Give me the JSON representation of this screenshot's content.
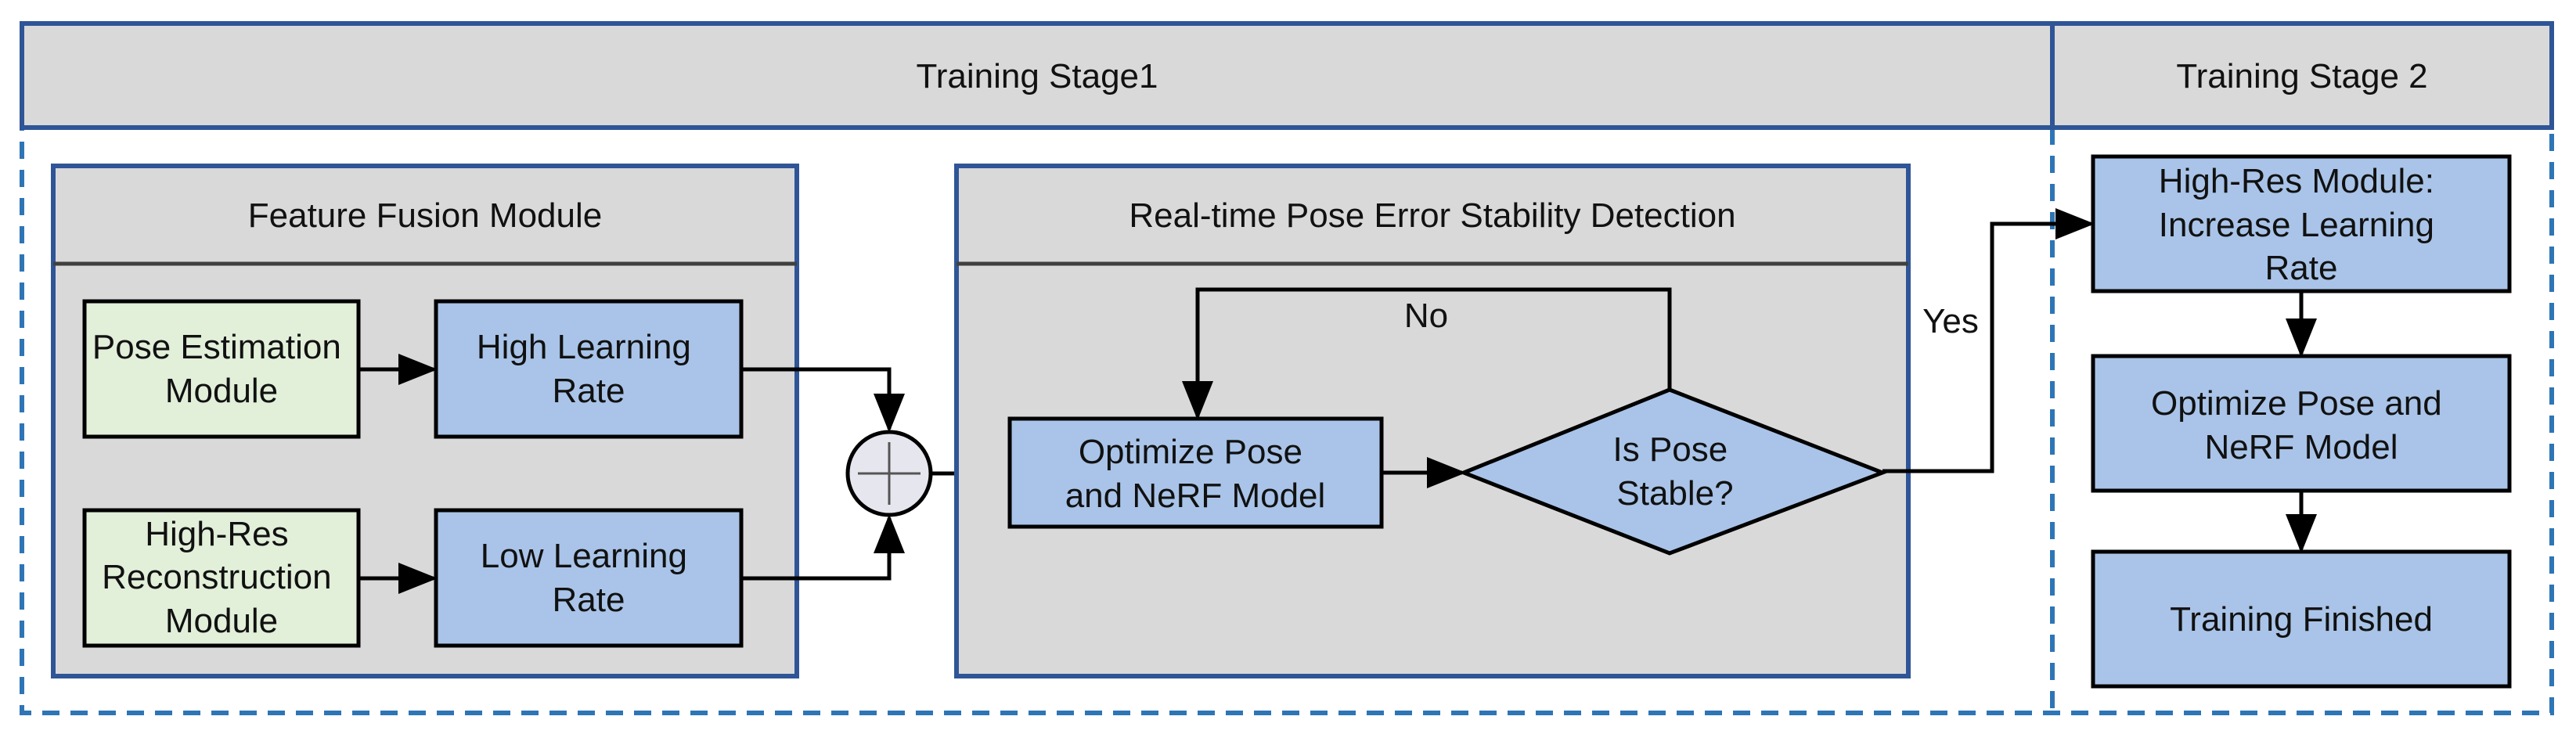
{
  "stage1": {
    "title": "Training Stage1"
  },
  "stage2": {
    "title": "Training Stage 2",
    "high_res_module": [
      "High-Res Module:",
      "Increase Learning",
      "Rate"
    ],
    "optimize": [
      "Optimize Pose and",
      "NeRF Model"
    ],
    "finished": "Training Finished"
  },
  "fusion": {
    "title": "Feature Fusion Module",
    "pose_estimation": [
      "Pose Estimation",
      "Module"
    ],
    "high_learning_rate": [
      "High Learning",
      "Rate"
    ],
    "high_res_recon": [
      "High-Res",
      "Reconstruction",
      "Module"
    ],
    "low_learning_rate": [
      "Low Learning",
      "Rate"
    ]
  },
  "detection": {
    "title": "Real-time Pose Error Stability Detection",
    "optimize": [
      "Optimize Pose",
      "and NeRF Model"
    ],
    "decision": [
      "Is Pose",
      "Stable?"
    ],
    "no_label": "No",
    "yes_label": "Yes"
  },
  "colors": {
    "frame": "#2f5597",
    "header_fill": "#d9d9d9",
    "process_fill": "#a9c4e8",
    "input_fill": "#e2efd9",
    "dashed": "#2e75b6"
  }
}
